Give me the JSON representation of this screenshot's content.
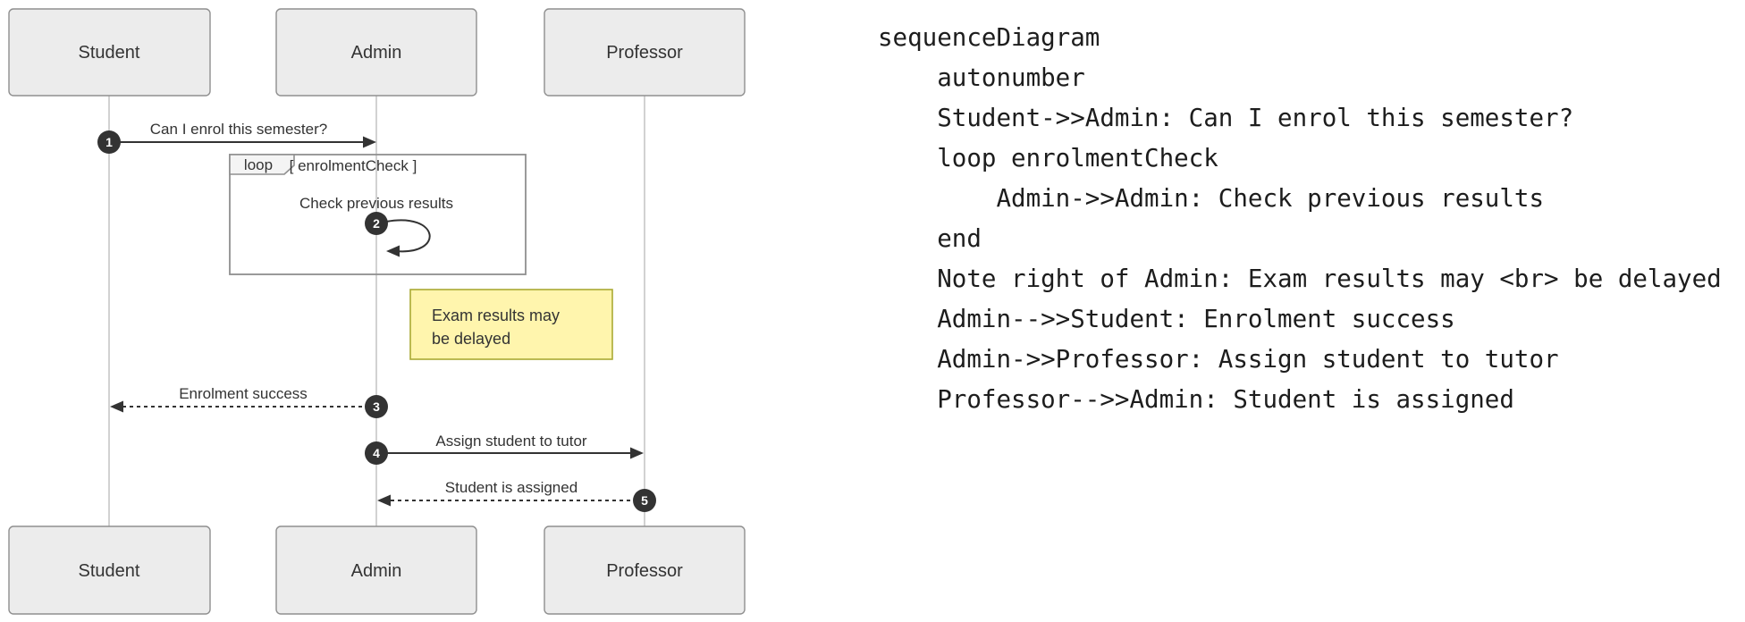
{
  "diagram": {
    "actors": [
      {
        "name": "Student"
      },
      {
        "name": "Admin"
      },
      {
        "name": "Professor"
      }
    ],
    "messages": [
      {
        "num": "1",
        "label": "Can I enrol this semester?",
        "from": "Student",
        "to": "Admin",
        "style": "solid"
      },
      {
        "num": "2",
        "label": "Check previous results",
        "from": "Admin",
        "to": "Admin",
        "style": "self"
      },
      {
        "num": "3",
        "label": "Enrolment success",
        "from": "Admin",
        "to": "Student",
        "style": "dashed"
      },
      {
        "num": "4",
        "label": "Assign student to tutor",
        "from": "Admin",
        "to": "Professor",
        "style": "solid"
      },
      {
        "num": "5",
        "label": "Student is assigned",
        "from": "Professor",
        "to": "Admin",
        "style": "dashed"
      }
    ],
    "loop": {
      "keyword": "loop",
      "condition": "[ enrolmentCheck ]"
    },
    "note": {
      "line1": "Exam results may",
      "line2": "be delayed"
    },
    "colors": {
      "actor_fill": "#ececec",
      "actor_border": "#8f8f8f",
      "lifeline": "#c6c6c6",
      "message_line": "#333333",
      "badge_fill": "#333333",
      "badge_text": "#ffffff",
      "note_fill": "#fff5ad",
      "note_border": "#aaaa33",
      "loop_border": "#8f8f8f",
      "background": "#ffffff"
    }
  },
  "code": {
    "lines": [
      "sequenceDiagram",
      "    autonumber",
      "    Student->>Admin: Can I enrol this semester?",
      "    loop enrolmentCheck",
      "        Admin->>Admin: Check previous results",
      "    end",
      "    Note right of Admin: Exam results may <br> be delayed",
      "    Admin-->>Student: Enrolment success",
      "    Admin->>Professor: Assign student to tutor",
      "    Professor-->>Admin: Student is assigned"
    ]
  }
}
